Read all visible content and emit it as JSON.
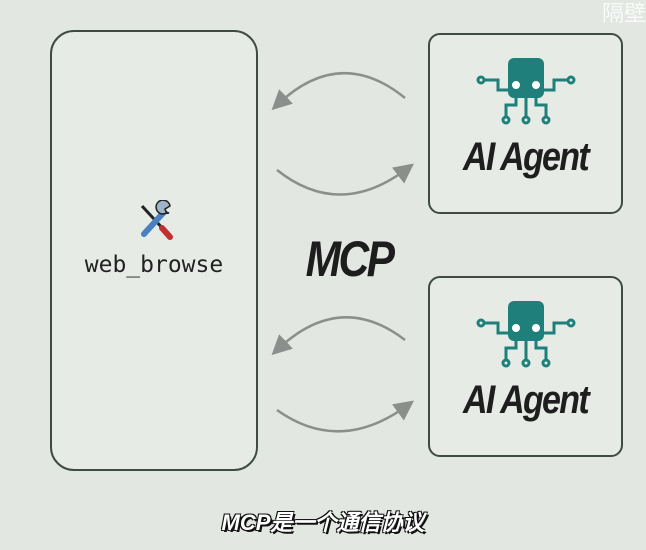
{
  "tool": {
    "name": "web_browse",
    "icon": "wrench-screwdriver-icon"
  },
  "protocol_label": "MCP",
  "agents": [
    {
      "label": "AI Agent",
      "icon": "robot-octopus-icon"
    },
    {
      "label": "AI Agent",
      "icon": "robot-octopus-icon"
    }
  ],
  "subtitle": "MCP是一个通信协议",
  "watermark": "隔壁",
  "colors": {
    "background": "#e2e7e1",
    "icon_teal": "#1f7f7a",
    "arrow": "#8a8f8b"
  }
}
